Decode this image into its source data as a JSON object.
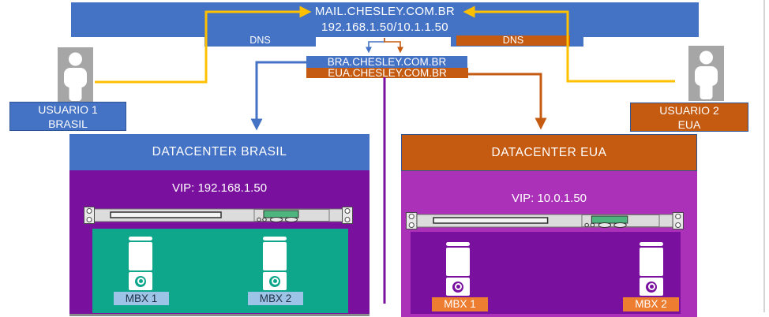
{
  "colors": {
    "blue": "#4472C4",
    "dark_blue_border": "#2F5597",
    "orange": "#C55A11",
    "bright_orange": "#ED7D31",
    "yellow": "#FFC000",
    "purple": "#7A109E",
    "magenta": "#AB32B8",
    "teal": "#0EA78C",
    "light_blue": "#9DC3E6",
    "person_gray": "#A6A6A6"
  },
  "mail_server": {
    "title": "MAIL.CHESLEY.COM.BR",
    "ip": "192.168.1.50/10.1.1.50"
  },
  "dns": {
    "left_label": "DNS",
    "right_label": "DNS"
  },
  "dns_records": {
    "bra": "BRA.CHESLEY.COM.BR",
    "eua": "EUA.CHESLEY.COM.BR"
  },
  "users": {
    "user1": {
      "name": "USUARIO 1",
      "location": "BRASIL"
    },
    "user2": {
      "name": "USUARIO 2",
      "location": "EUA"
    }
  },
  "datacenters": {
    "brasil": {
      "title": "DATACENTER BRASIL",
      "vip": "VIP: 192.168.1.50",
      "servers": [
        "MBX 1",
        "MBX 2"
      ]
    },
    "eua": {
      "title": "DATACENTER EUA",
      "vip": "VIP: 10.0.1.50",
      "servers": [
        "MBX 1",
        "MBX 2"
      ]
    }
  }
}
